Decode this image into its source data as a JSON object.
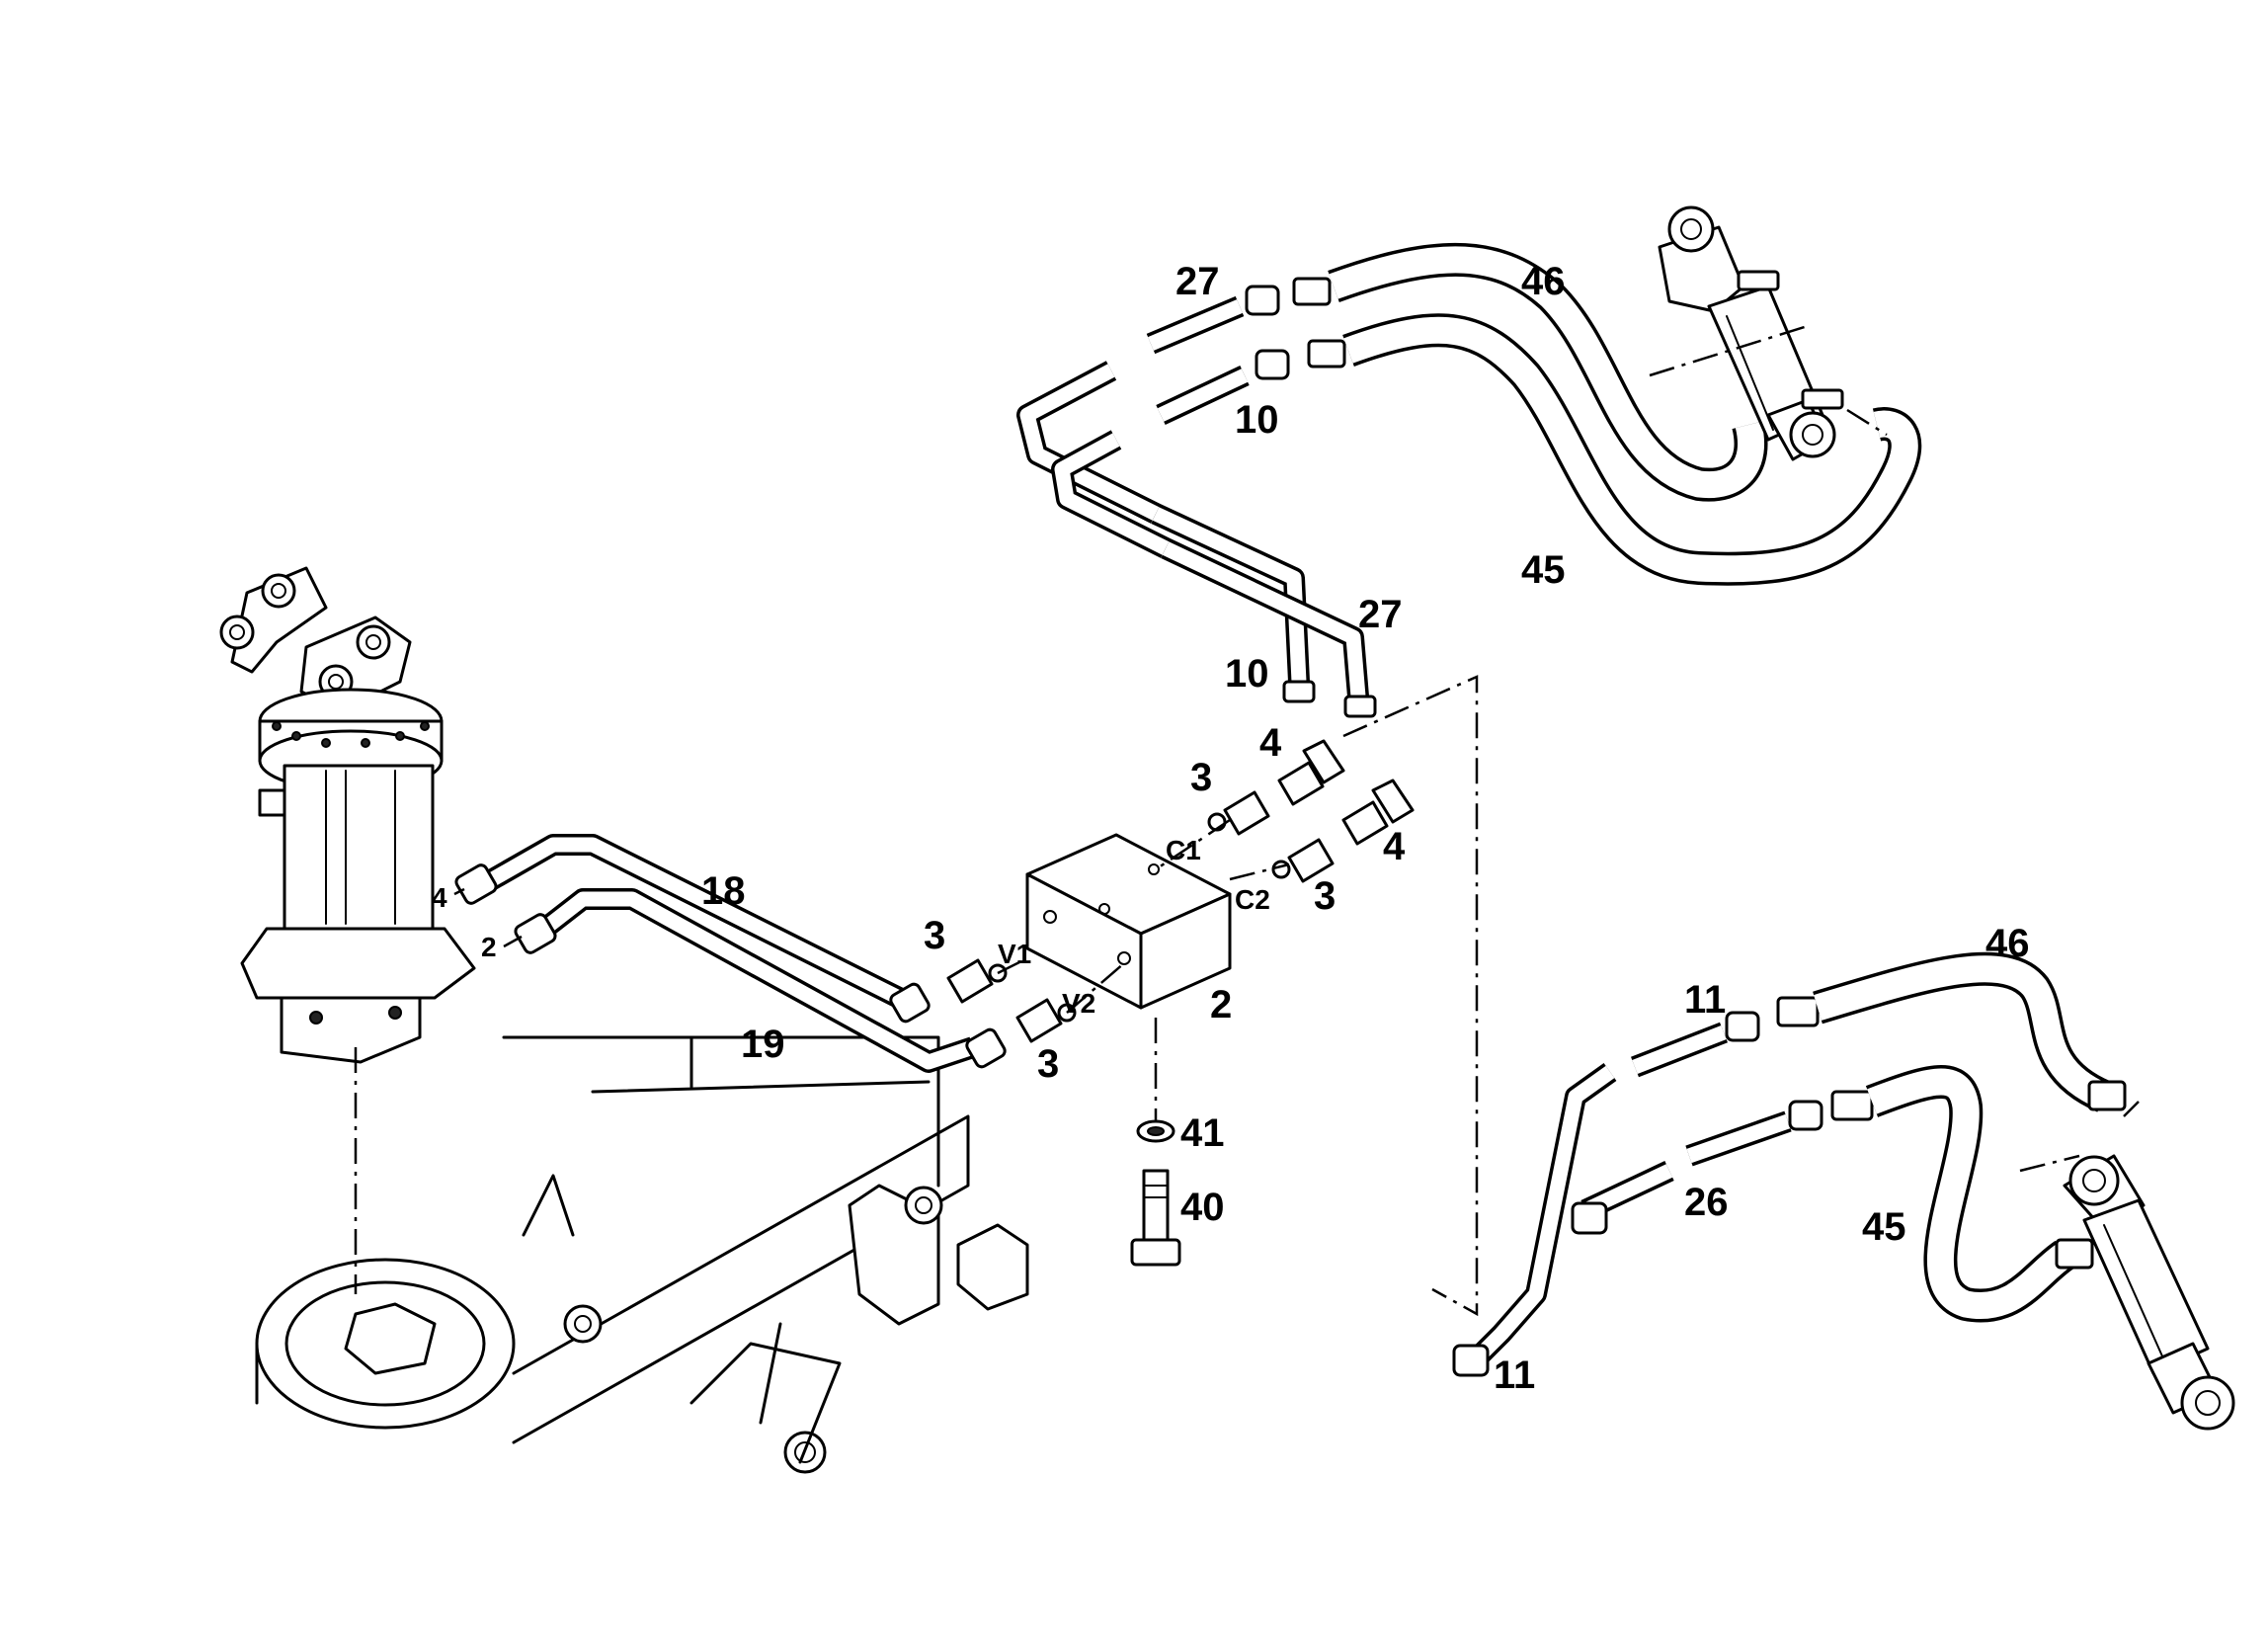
{
  "labels": {
    "p27_top": "27",
    "p46_top": "46",
    "p10_top": "10",
    "p45_top": "45",
    "p27_mid": "27",
    "p10_mid": "10",
    "p4_upper": "4",
    "p3_upper": "3",
    "c1": "C1",
    "c2": "C2",
    "p3_right": "3",
    "p4_right": "4",
    "p18": "18",
    "p4_motor": "4",
    "p2_motor": "2",
    "p3_v1": "3",
    "v1": "V1",
    "v2": "V2",
    "p3_v2": "3",
    "p19": "19",
    "p2_block": "2",
    "p41": "41",
    "p40": "40",
    "p11_upper": "11",
    "p46_bottom": "46",
    "p26": "26",
    "p45_bottom": "45",
    "p11_lower": "11"
  }
}
